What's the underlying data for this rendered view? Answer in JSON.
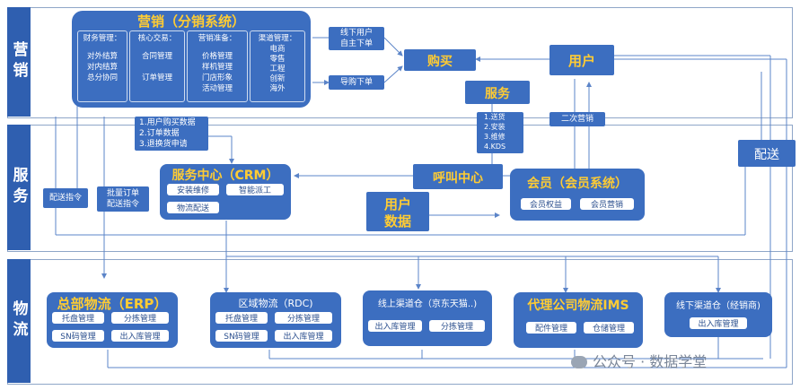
{
  "bands": {
    "marketing": "营销",
    "service": "服务",
    "logistics": "物流"
  },
  "marketing_box": {
    "title": "营销（分销系统）",
    "groups": [
      {
        "header": "财务管理：",
        "items": [
          "对外结算",
          "对内结算",
          "总分协同"
        ]
      },
      {
        "header": "核心交易：",
        "items": [
          "合同管理",
          "订单管理"
        ]
      },
      {
        "header": "营销准备：",
        "items": [
          "价格管理",
          "样机管理",
          "门店形象",
          "活动管理"
        ]
      },
      {
        "header": "渠道管理：",
        "items": [
          "电商",
          "零售",
          "工程",
          "创新",
          "海外"
        ]
      }
    ]
  },
  "offline_user": [
    "线下用户",
    "自主下单"
  ],
  "guide_order": "导购下单",
  "purchase": "购买",
  "user": "用户",
  "service_tag": "服务",
  "service_list": [
    "1.送货",
    "2.安装",
    "3.维修",
    "4.KDS"
  ],
  "secondary_marketing": "二次营销",
  "delivery": "配送",
  "data_list": [
    "1.用户购买数据",
    "2.订单数据",
    "3.退换货申请"
  ],
  "dispatch_cmd": "配送指令",
  "batch_order": [
    "批量订单",
    "配送指令"
  ],
  "crm": {
    "title": "服务中心（CRM）",
    "items": [
      "安装维修",
      "智能派工",
      "物流配送"
    ]
  },
  "call_center": "呼叫中心",
  "user_data": [
    "用户",
    "数据"
  ],
  "member": {
    "title": "会员（会员系统）",
    "items": [
      "会员权益",
      "会员营销"
    ]
  },
  "erp": {
    "title": "总部物流（ERP）",
    "items": [
      "托盘管理",
      "分拣管理",
      "SN码管理",
      "出入库管理"
    ]
  },
  "rdc": {
    "title": "区域物流（RDC)",
    "items": [
      "托盘管理",
      "分拣管理",
      "SN码管理",
      "出入库管理"
    ]
  },
  "online_wh": {
    "title": "线上渠道仓（京东天猫..)",
    "items": [
      "出入库管理",
      "分拣管理"
    ]
  },
  "agent_ims": {
    "title": "代理公司物流IMS",
    "items": [
      "配件管理",
      "仓储管理"
    ]
  },
  "offline_wh": {
    "title": "线下渠道仓（经销商)",
    "items": [
      "出入库管理"
    ]
  },
  "watermark": "公众号 · 数据学堂",
  "colors": {
    "box_blue": "#3c6ec0",
    "band_blue": "#2f5fb0",
    "title_yellow": "#ffcc33",
    "line_blue": "#5b84c8"
  }
}
